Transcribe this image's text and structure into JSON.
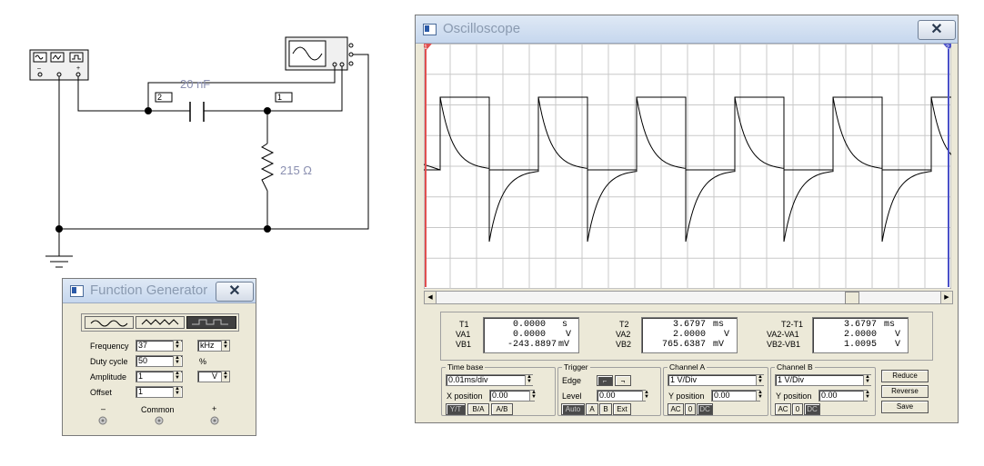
{
  "circuit": {
    "capacitor_label": "20 nF",
    "resistor_label": "215 Ω",
    "scope_terminal_2": "2",
    "scope_terminal_1": "1",
    "fg_terminals": [
      "–",
      "◦",
      "+"
    ]
  },
  "function_generator": {
    "title": "Function Generator",
    "close_label": "✕",
    "waveforms": [
      "sine-wave-icon",
      "triangle-wave-icon",
      "square-wave-icon"
    ],
    "selected_waveform": "square",
    "frequency_label": "Frequency",
    "frequency_value": "37",
    "frequency_unit": "kHz",
    "duty_label": "Duty cycle",
    "duty_value": "50",
    "duty_unit": "%",
    "amplitude_label": "Amplitude",
    "amplitude_value": "1",
    "amplitude_unit": "V",
    "offset_label": "Offset",
    "offset_value": "1",
    "minus_label": "–",
    "common_label": "Common",
    "plus_label": "+"
  },
  "oscilloscope": {
    "title": "Oscilloscope",
    "close_label": "✕",
    "cursor1_label": "1",
    "cursor2_label": "2",
    "readouts": {
      "t1_label": "T1",
      "t1_value": "0.0000",
      "t1_unit": "s",
      "va1_label": "VA1",
      "va1_value": "0.0000",
      "va1_unit": "V",
      "vb1_label": "VB1",
      "vb1_value": "-243.8897",
      "vb1_unit": "mV",
      "t2_label": "T2",
      "t2_value": "3.6797",
      "t2_unit": "ms",
      "va2_label": "VA2",
      "va2_value": "2.0000",
      "va2_unit": "V",
      "vb2_label": "VB2",
      "vb2_value": "765.6387",
      "vb2_unit": "mV",
      "t2t1_label": "T2-T1",
      "t2t1_value": "3.6797",
      "t2t1_unit": "ms",
      "va2va1_label": "VA2-VA1",
      "va2va1_value": "2.0000",
      "va2va1_unit": "V",
      "vb2vb1_label": "VB2-VB1",
      "vb2vb1_value": "1.0095",
      "vb2vb1_unit": "V"
    },
    "timebase": {
      "title": "Time base",
      "value": "0.01ms/div",
      "xpos_label": "X position",
      "xpos_value": "0.00",
      "modes": [
        "Y/T",
        "B/A",
        "A/B"
      ]
    },
    "trigger": {
      "title": "Trigger",
      "edge_label": "Edge",
      "level_label": "Level",
      "level_value": "0.00",
      "modes": [
        "Auto",
        "A",
        "B",
        "Ext"
      ]
    },
    "channel_a": {
      "title": "Channel A",
      "value": "1 V/Div",
      "ypos_label": "Y position",
      "ypos_value": "0.00",
      "coupling": [
        "AC",
        "0",
        "DC"
      ]
    },
    "channel_b": {
      "title": "Channel B",
      "value": "1 V/Div",
      "ypos_label": "Y position",
      "ypos_value": "0.00",
      "coupling": [
        "AC",
        "0",
        "DC"
      ]
    },
    "buttons": {
      "reduce": "Reduce",
      "reverse": "Reverse",
      "save": "Save"
    }
  }
}
